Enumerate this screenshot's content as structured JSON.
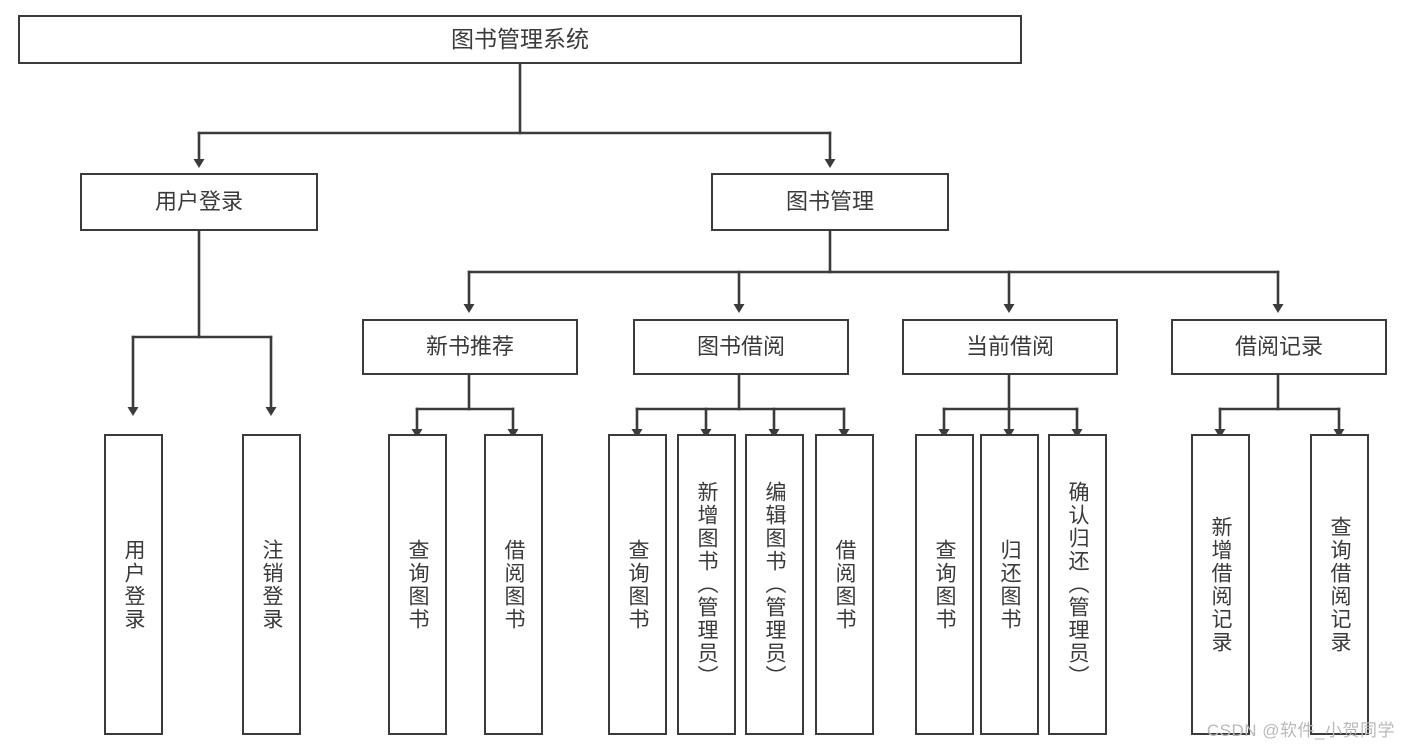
{
  "diagram": {
    "title": "图书管理系统",
    "type": "function-tree",
    "watermark": "CSDN @软件_小贺同学",
    "colors": {
      "box_border": "#3b3b3b",
      "box_fill": "#ffffff",
      "connector": "#3b3b3b",
      "text": "#3a3a3a",
      "watermark": "#b9b9b9",
      "background": "#ffffff"
    },
    "nodes": {
      "root": {
        "label": "图书管理系统"
      },
      "level2": [
        {
          "label": "用户登录"
        },
        {
          "label": "图书管理"
        }
      ],
      "level3": [
        {
          "label": "新书推荐"
        },
        {
          "label": "图书借阅"
        },
        {
          "label": "当前借阅"
        },
        {
          "label": "借阅记录"
        }
      ],
      "leaves": {
        "user_login": [
          {
            "label": "用户登录"
          },
          {
            "label": "注销登录"
          }
        ],
        "new_book": [
          {
            "label": "查询图书"
          },
          {
            "label": "借阅图书"
          }
        ],
        "book_borrow": [
          {
            "label": "查询图书"
          },
          {
            "label": "新增图书（管理员）"
          },
          {
            "label": "编辑图书（管理员）"
          },
          {
            "label": "借阅图书"
          }
        ],
        "current_borrow": [
          {
            "label": "查询图书"
          },
          {
            "label": "归还图书"
          },
          {
            "label": "确认归还（管理员）"
          }
        ],
        "borrow_record": [
          {
            "label": "新增借阅记录"
          },
          {
            "label": "查询借阅记录"
          }
        ]
      }
    }
  }
}
